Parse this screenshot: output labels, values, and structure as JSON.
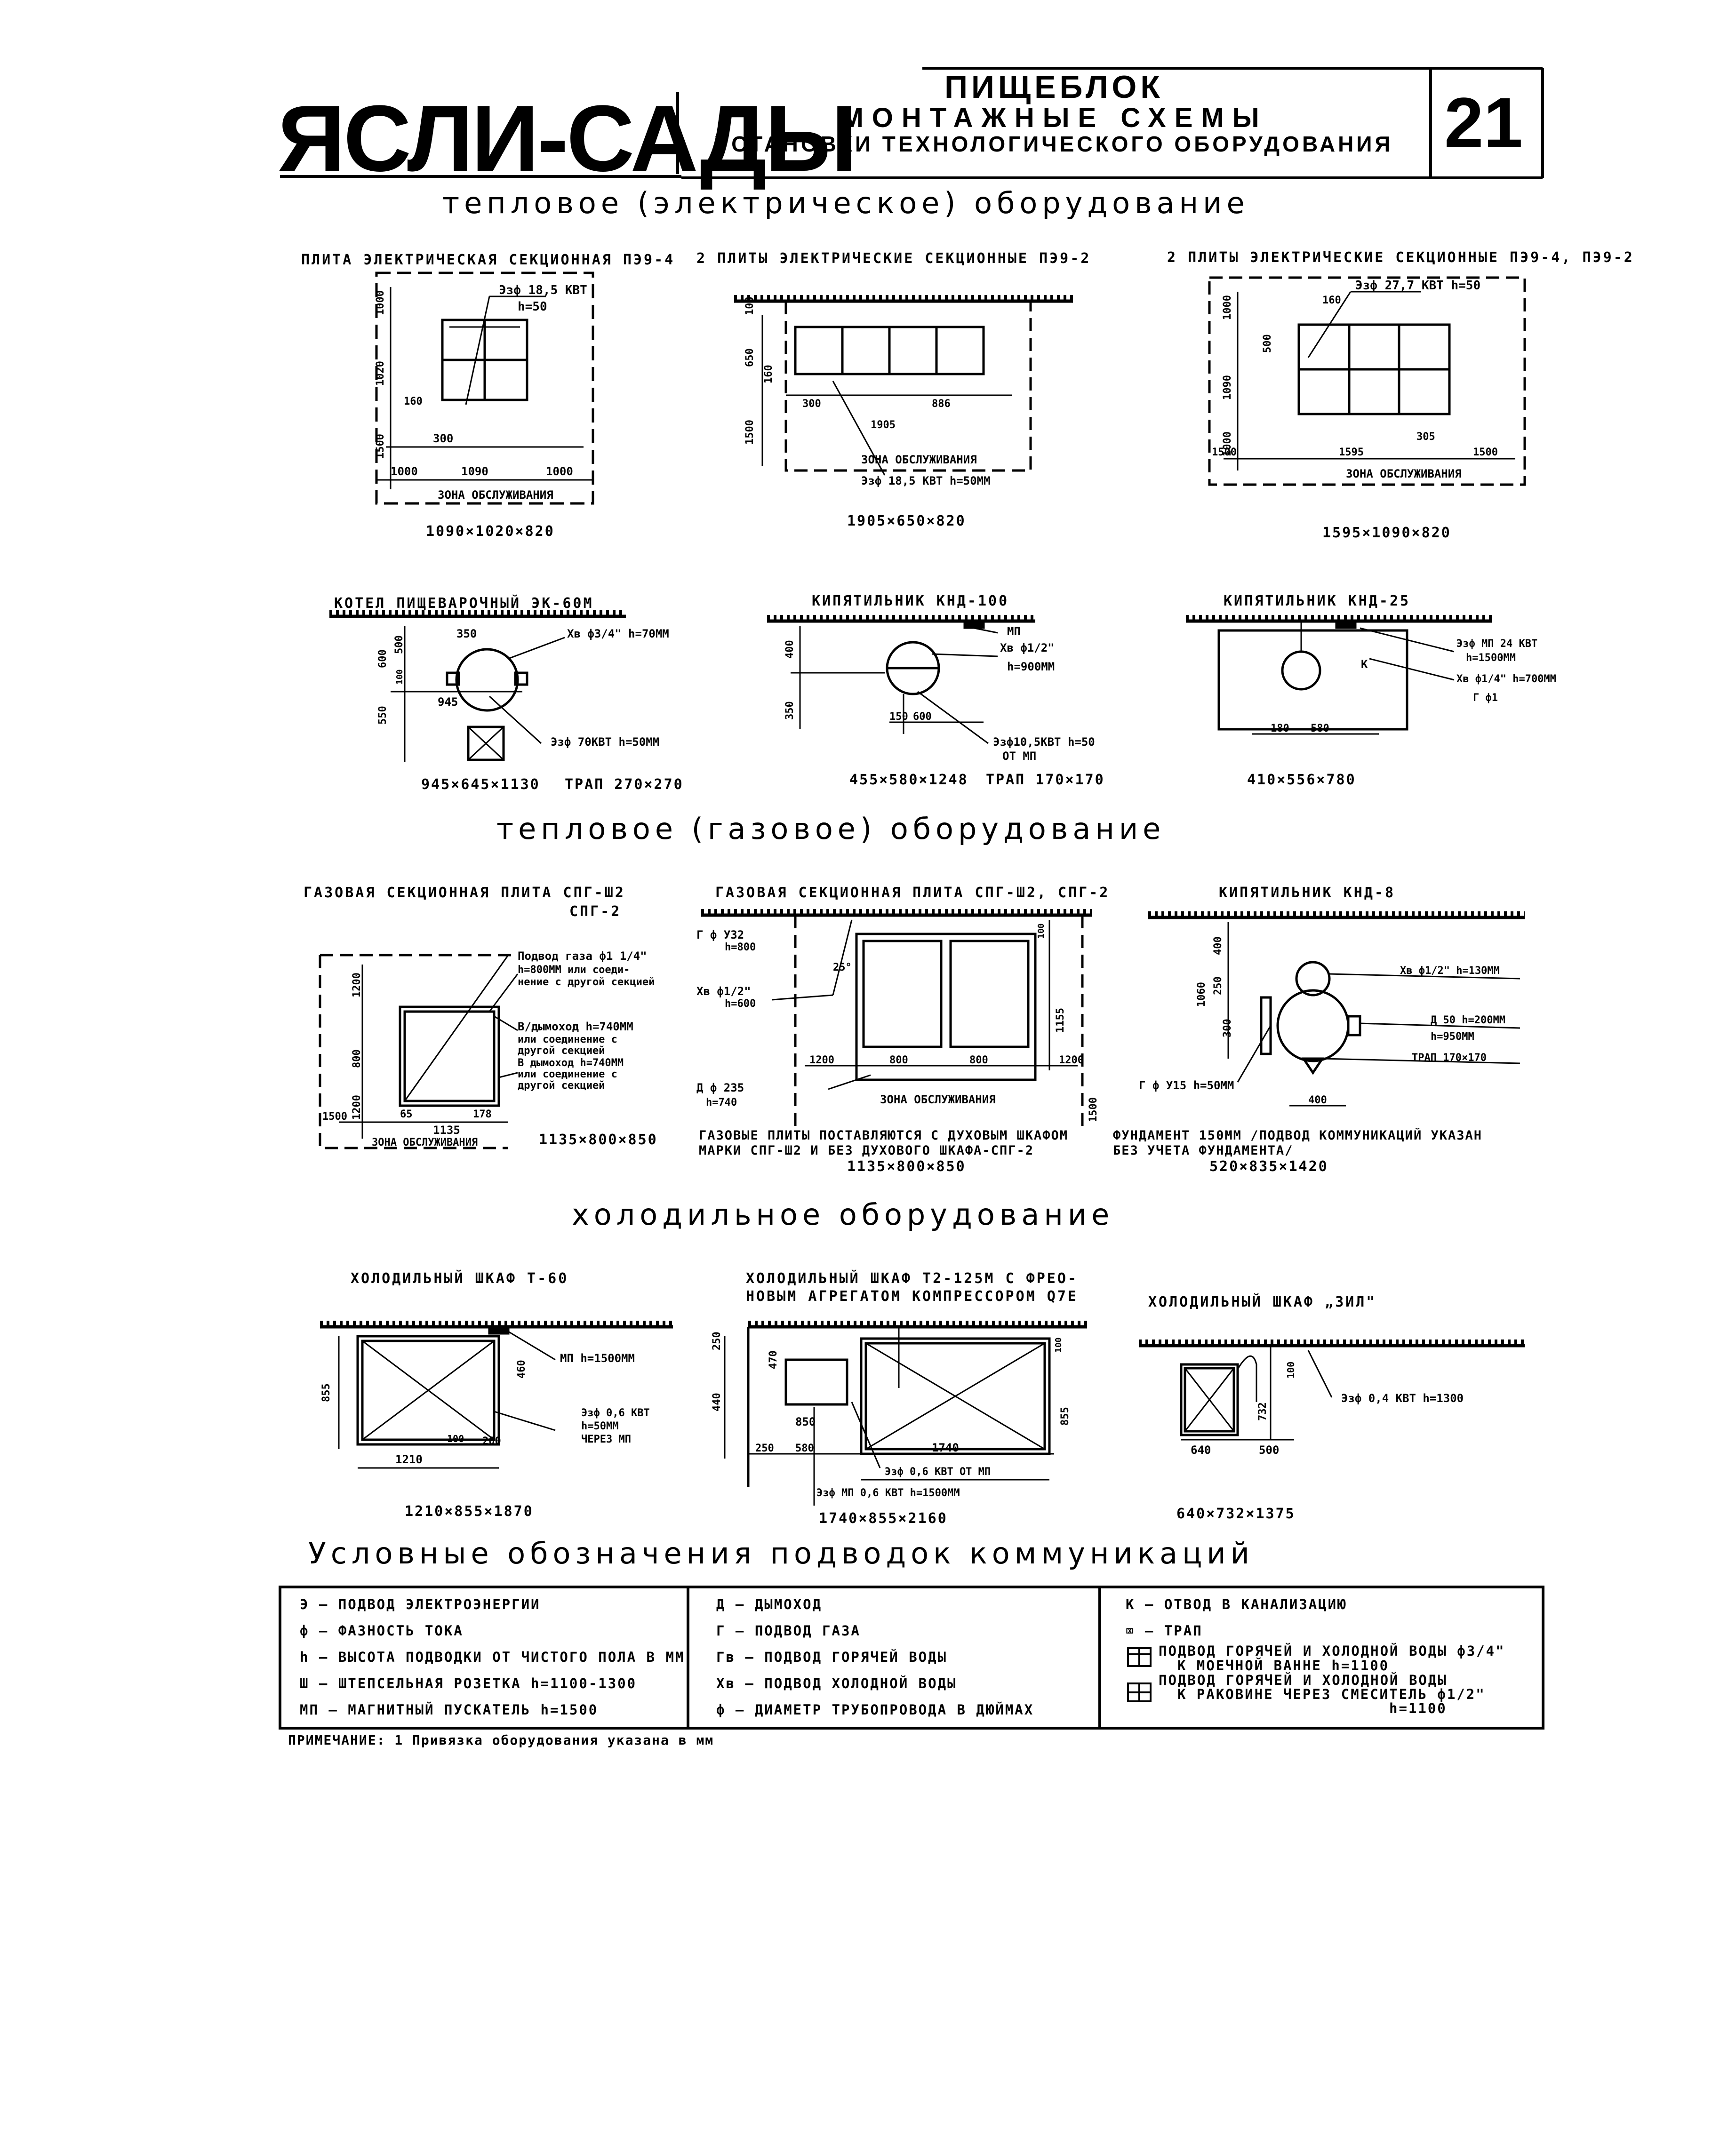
{
  "header": {
    "brand": "ЯСЛИ-САДЫ",
    "title_line1": "ПИЩЕБЛОК",
    "title_line2": "МОНТАЖНЫЕ СХЕМЫ",
    "title_line3": "УСТАНОВКИ ТЕХНОЛОГИЧЕСКОГО ОБОРУДОВАНИЯ",
    "sheet_number": "21"
  },
  "sections": {
    "thermal_electric": "тепловое (электрическое) оборудование",
    "thermal_gas": "тепловое (газовое) оборудование",
    "refrigeration": "холодильное оборудование",
    "legend_title": "Условные обозначения подводок коммуникаций"
  },
  "electric": {
    "plate_single": {
      "caption": "ПЛИТА ЭЛЕКТРИЧЕСКАЯ СЕКЦИОННАЯ ПЭ9-4",
      "note1": "Эзф 18,5 КВТ",
      "note2": "h=50",
      "d_1000": "1000",
      "d_1020": "1020",
      "d_1500": "1500",
      "d_160": "160",
      "d_300": "300",
      "d_1000b": "1000",
      "d_1090": "1090",
      "d_1000c": "1000",
      "zone": "ЗОНА ОБСЛУЖИВАНИЯ",
      "dims": "1090×1020×820"
    },
    "plate_double": {
      "caption": "2 ПЛИТЫ ЭЛЕКТРИЧЕСКИЕ СЕКЦИОННЫЕ ПЭ9-2",
      "d_100": "100",
      "d_650": "650",
      "d_160": "160",
      "d_1500": "1500",
      "d_300": "300",
      "d_886": "886",
      "d_1905": "1905",
      "zone": "ЗОНА ОБСЛУЖИВАНИЯ",
      "note": "Эзф 18,5 КВТ h=50ММ",
      "dims": "1905×650×820"
    },
    "plate_triple": {
      "caption": "2 ПЛИТЫ ЭЛЕКТРИЧЕСКИЕ СЕКЦИОННЫЕ ПЭ9-4, ПЭ9-2",
      "note1": "Эзф 27,7 КВТ h=50",
      "d_160": "160",
      "d_1000": "1000",
      "d_500": "500",
      "d_1090": "1090",
      "d_1000b": "1000",
      "d_1500": "1500",
      "d_1595": "1595",
      "d_305": "305",
      "d_1500b": "1500",
      "zone": "ЗОНА ОБСЛУЖИВАНИЯ",
      "dims": "1595×1090×820"
    },
    "kettle": {
      "caption": "КОТЕЛ ПИЩЕВАРОЧНЫЙ ЭК-60М",
      "d_350": "350",
      "d_600": "600",
      "d_500": "500",
      "d_100": "100",
      "d_550": "550",
      "d_945": "945",
      "note1": "Хв ф3/4\" h=70ММ",
      "note2": "Эзф 70КВТ h=50ММ",
      "dims": "945×645×1130",
      "trap": "ТРАП 270×270"
    },
    "boiler100": {
      "caption": "КИПЯТИЛЬНИК КНД-100",
      "note_mp": "МП",
      "note_xv": "Хв ф1/2\"",
      "note_h": "h=900ММ",
      "d_400": "400",
      "d_350": "350",
      "d_150": "150",
      "d_600": "600",
      "note_e1": "Эзф10,5КВТ h=50",
      "note_e2": "ОТ МП",
      "dims": "455×580×1248",
      "trap": "ТРАП 170×170"
    },
    "boiler25": {
      "caption": "КИПЯТИЛЬНИК КНД-25",
      "note1": "Эзф МП 24 КВТ",
      "note2": "h=1500ММ",
      "note3": "Хв ф1/4\" h=700ММ",
      "note4": "Г ф1",
      "note_k": "К",
      "d_180": "180",
      "d_580": "580",
      "dims": "410×556×780"
    }
  },
  "gas": {
    "plate1": {
      "caption1": "ГАЗОВАЯ СЕКЦИОННАЯ ПЛИТА СПГ-Ш2",
      "caption2": "СПГ-2",
      "n1": "Подвод газа ф1 1/4\"",
      "n2": "h=800ММ или соеди-",
      "n3": "нение с другой секцией",
      "n4": "В/дымоход h=740ММ",
      "n5": "или соединение с",
      "n6": "другой секцией",
      "n7": "В дымоход h=740ММ",
      "n8": "или соединение с",
      "n9": "другой секцией",
      "d_1200": "1200",
      "d_800": "800",
      "d_1200b": "1200",
      "d_1500": "1500",
      "d_65": "65",
      "d_178": "178",
      "d_1135": "1135",
      "zone": "ЗОНА ОБСЛУЖИВАНИЯ",
      "dims": "1135×800×850"
    },
    "plate2": {
      "caption": "ГАЗОВАЯ СЕКЦИОННАЯ ПЛИТА СПГ-Ш2, СПГ-2",
      "g": "Г ф У32",
      "g_h": "h=800",
      "xv": "Хв ф1/2\"",
      "xv_h": "h=600",
      "d25": "25°",
      "d_100": "100",
      "d_1155": "1155",
      "d_1200": "1200",
      "d_800": "800",
      "d_800b": "800",
      "d_1200b": "1200",
      "d_1500": "1500",
      "flue": "Д ф 235",
      "flue_h": "h=740",
      "zone": "ЗОНА ОБСЛУЖИВАНИЯ",
      "note1": "ГАЗОВЫЕ ПЛИТЫ ПОСТАВЛЯЮТСЯ С ДУХОВЫМ ШКАФОМ",
      "note2": "МАРКИ СПГ-Ш2 И БЕЗ ДУХОВОГО ШКАФА-СПГ-2",
      "dims": "1135×800×850"
    },
    "boiler8": {
      "caption": "КИПЯТИЛЬНИК КНД-8",
      "d_400": "400",
      "d_250": "250",
      "d_1060": "1060",
      "d_300": "300",
      "xv": "Хв ф1/2\" h=130ММ",
      "flue": "Д 50 h=200ММ",
      "flue_h": "h=950ММ",
      "g": "Г ф У15 h=50ММ",
      "trap": "ТРАП 170×170",
      "d_400b": "400",
      "n1": "ФУНДАМЕНТ 150ММ /ПОДВОД КОММУНИКАЦИЙ УКАЗАН",
      "n2": "БЕЗ УЧЕТА ФУНДАМЕНТА/",
      "dims": "520×835×1420"
    }
  },
  "refrig": {
    "t60": {
      "caption": "ХОЛОДИЛЬНЫЙ ШКАФ Т-60",
      "mp": "МП h=1500ММ",
      "d_460": "460",
      "d_855": "855",
      "d_100": "100",
      "d_200": "200",
      "d_1210": "1210",
      "e1": "Эзф 0,6 КВТ",
      "e2": "h=50ММ",
      "e3": "ЧЕРЕЗ МП",
      "dims": "1210×855×1870"
    },
    "t2": {
      "caption1": "ХОЛОДИЛЬНЫЙ ШКАФ Т2-125М С ФРЕО-",
      "caption2": "НОВЫМ АГРЕГАТОМ КОМПРЕССОРОМ Q7E",
      "d_250": "250",
      "d_470": "470",
      "d_440": "440",
      "d_100": "100",
      "d_855": "855",
      "d_850": "850",
      "d_250b": "250",
      "d_580": "580",
      "d_1740": "1740",
      "e1": "Эзф 0,6 КВТ ОТ МП",
      "e2": "Эзф МП 0,6 КВТ h=1500ММ",
      "dims": "1740×855×2160"
    },
    "zil": {
      "caption": "ХОЛОДИЛЬНЫЙ ШКАФ „ЗИЛ\"",
      "d_100": "100",
      "d_732": "732",
      "d_640": "640",
      "d_500": "500",
      "e1": "Эзф 0,4 КВТ h=1300",
      "dims": "640×732×1375"
    }
  },
  "legend": {
    "col1": [
      "Э — ПОДВОД ЭЛЕКТРОЭНЕРГИИ",
      "ф — ФАЗНОСТЬ ТОКА",
      "h — ВЫСОТА ПОДВОДКИ ОТ ЧИСТОГО ПОЛА В ММ",
      "Ш — ШТЕПСЕЛЬНАЯ РОЗЕТКА h=1100-1300",
      "МП — МАГНИТНЫЙ ПУСКАТЕЛЬ h=1500"
    ],
    "col2": [
      "Д — ДЫМОХОД",
      "Г — ПОДВОД ГАЗА",
      "Гв — ПОДВОД ГОРЯЧЕЙ ВОДЫ",
      "Хв — ПОДВОД ХОЛОДНОЙ ВОДЫ",
      "ф — ДИАМЕТР ТРУБОПРОВОДА В ДЮЙМАХ"
    ],
    "col3": [
      "К — ОТВОД В КАНАЛИЗАЦИЮ",
      "⌧ — ТРАП",
      "ПОДВОД ГОРЯЧЕЙ И ХОЛОДНОЙ ВОДЫ ф3/4\"",
      "К МОЕЧНОЙ ВАННЕ h=1100",
      "ПОДВОД ГОРЯЧЕЙ И ХОЛОДНОЙ ВОДЫ",
      "К РАКОВИНЕ ЧЕРЕЗ СМЕСИТЕЛЬ ф1/2\"",
      "h=1100"
    ]
  },
  "footnote": "ПРИМЕЧАНИЕ: 1 Привязка оборудования указана в мм"
}
